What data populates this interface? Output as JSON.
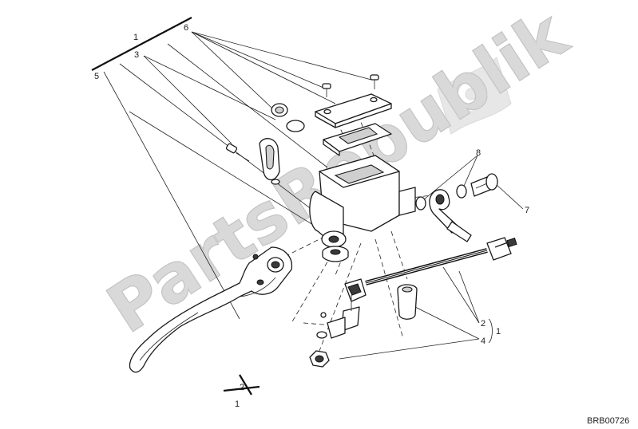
{
  "diagram": {
    "watermark": "PartsRepublik",
    "drawing_code": "BRB00726",
    "callouts": {
      "c1_top": "1",
      "c6": "6",
      "c3": "3",
      "c5": "5",
      "c8": "8",
      "c7": "7",
      "c2_right": "2",
      "c4_right": "4",
      "c1_right": "1",
      "c2_bottom": "2",
      "c1_bottom": "1"
    },
    "icons": [
      "gear-flag-logo-icon"
    ]
  }
}
